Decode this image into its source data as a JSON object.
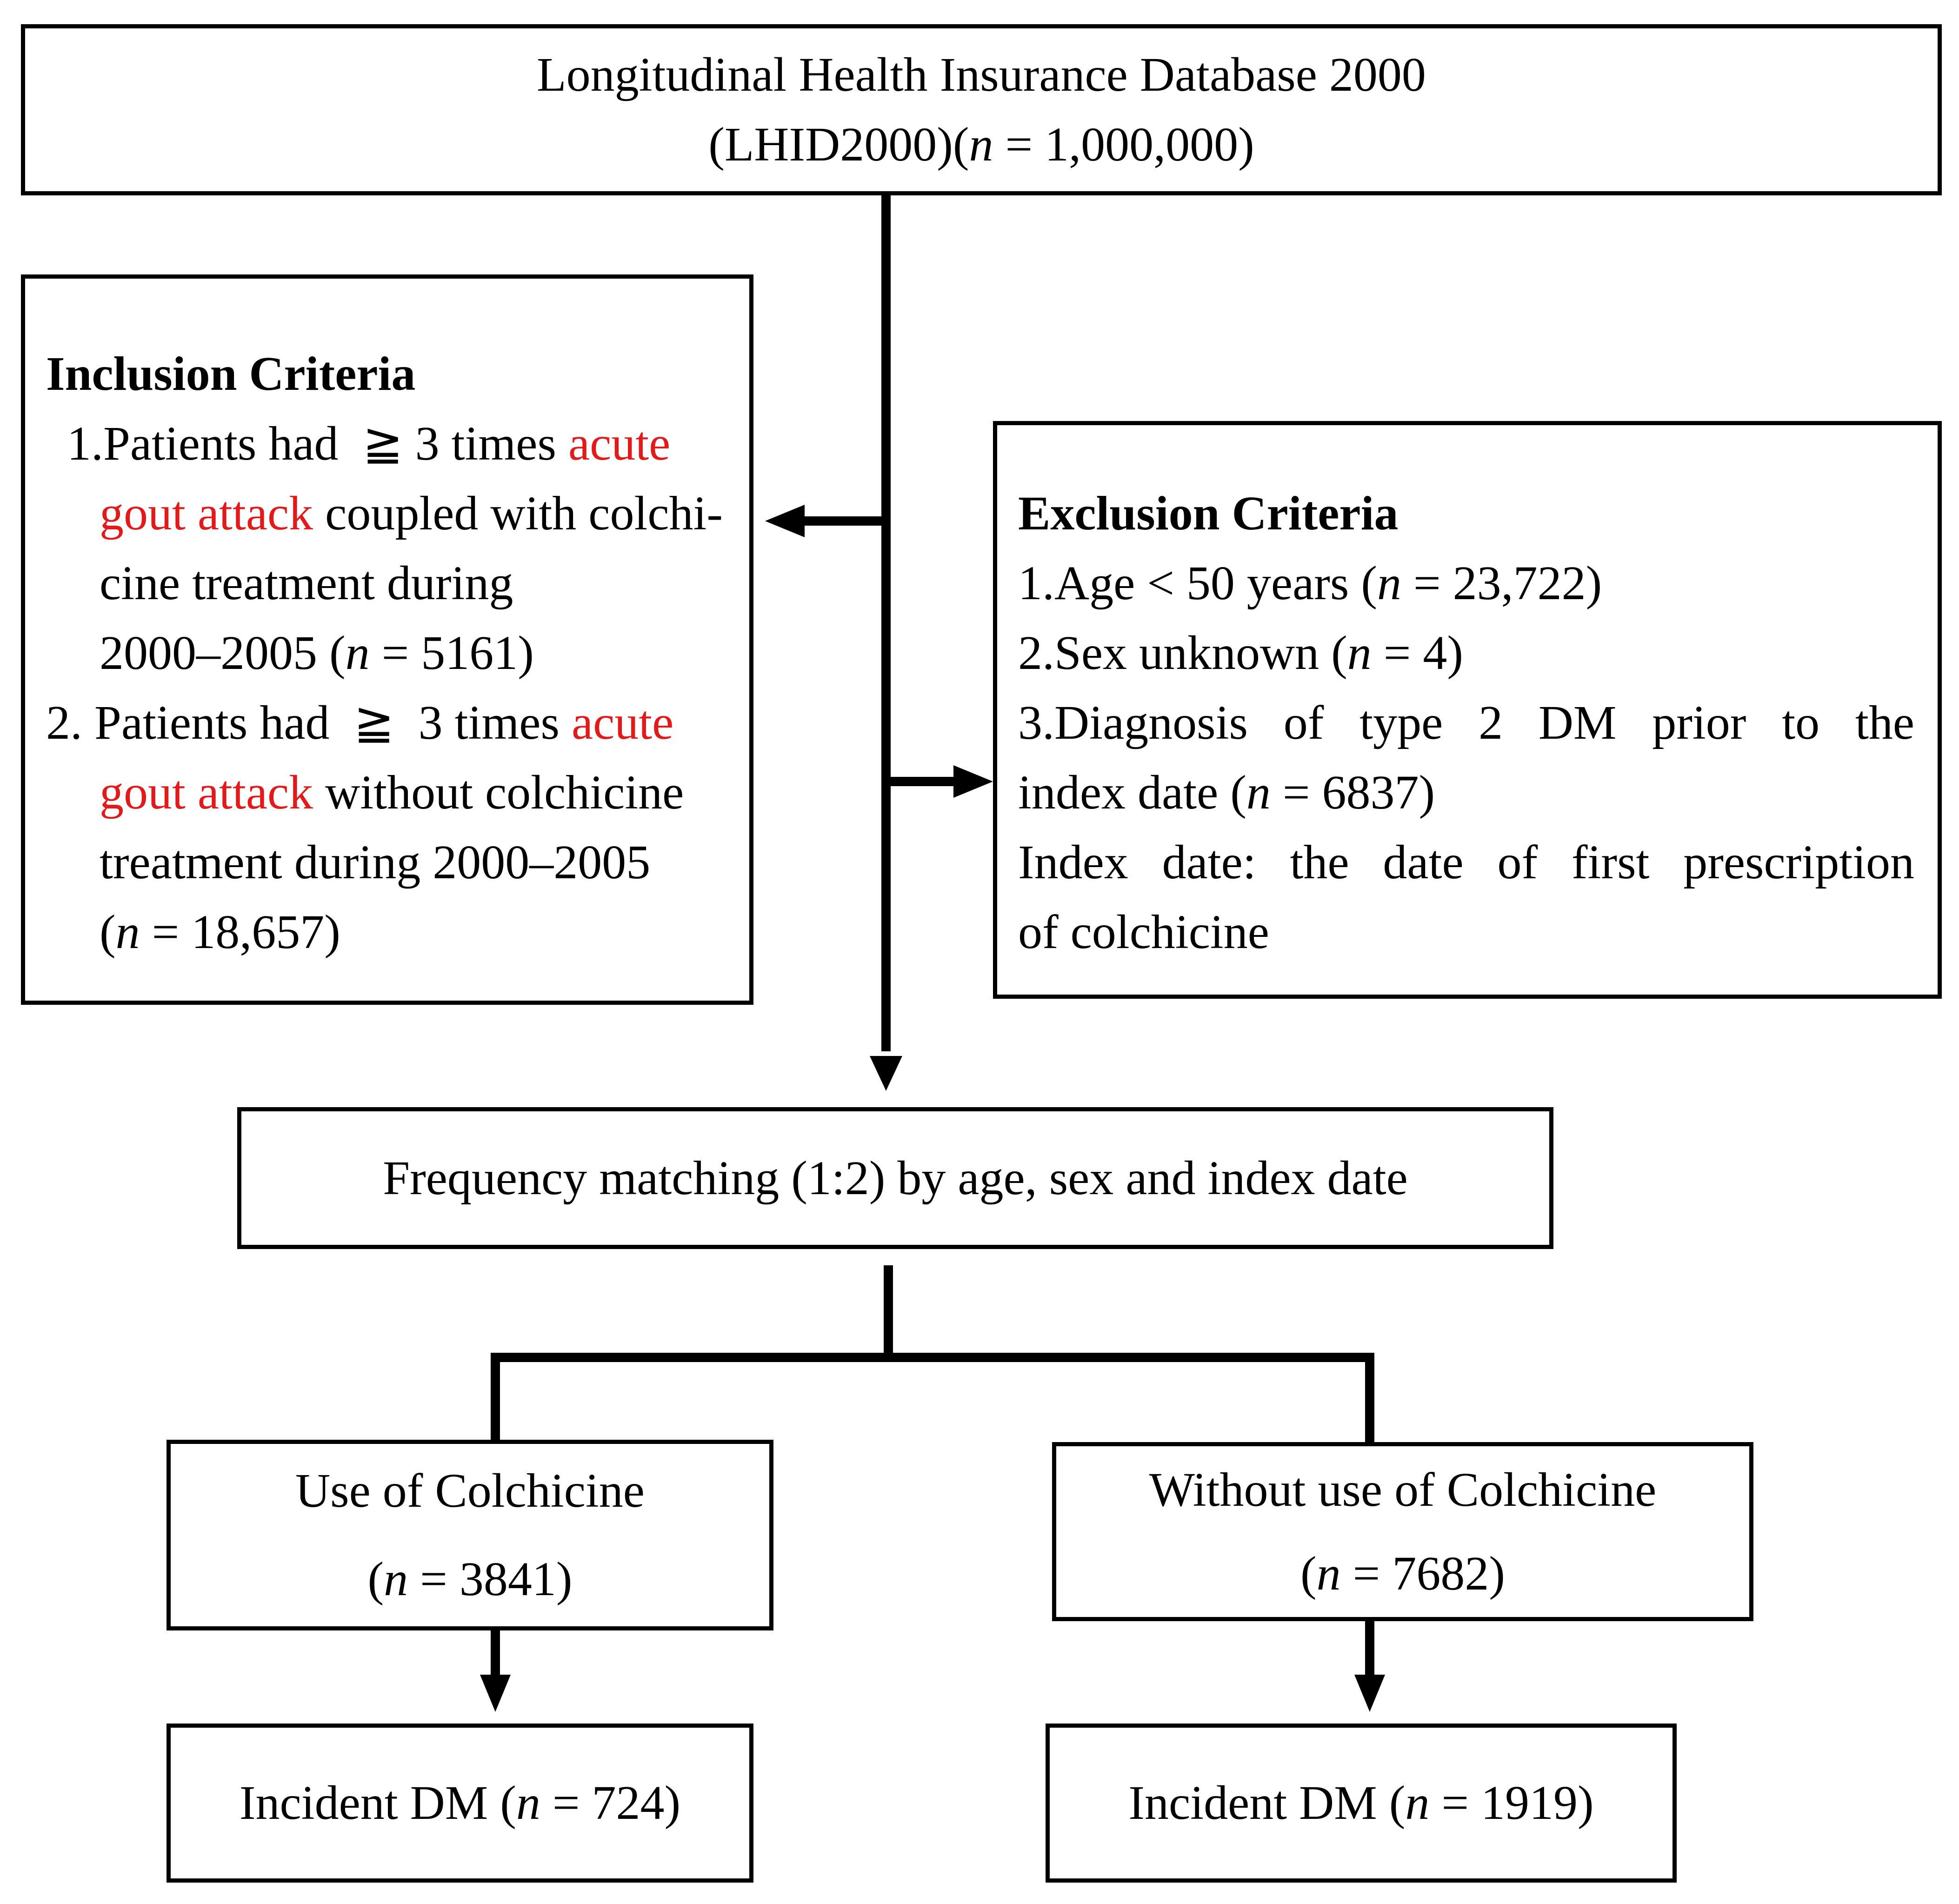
{
  "top_box": {
    "line1": "Longitudinal Health Insurance Database 2000",
    "line2_prefix": "(LHID2000)(",
    "n_var": "n",
    "line2_value": " = 1,000,000)"
  },
  "inclusion": {
    "heading": "Inclusion Criteria",
    "item1": {
      "a": "1.Patients had  ≧ 3 times ",
      "red1": "acute",
      "red2": "gout attack",
      "b": " coupled with colchi-",
      "c": "cine treatment during",
      "d_prefix": "2000–2005 (",
      "n_var": "n",
      "d_value": " = 5161)"
    },
    "item2": {
      "a": "2. Patients had  ≧  3 times ",
      "red1": "acute",
      "red2": "gout attack",
      "b": " without colchicine",
      "c": "treatment during 2000–2005",
      "d_prefix": "(",
      "n_var": "n",
      "d_value": " = 18,657)"
    }
  },
  "exclusion": {
    "heading": "Exclusion Criteria",
    "item1_prefix": "1.Age < 50 years (",
    "item1_value": " = 23,722)",
    "item2_prefix": "2.Sex unknown (",
    "item2_value": " = 4)",
    "item3_line1": "3.Diagnosis of type 2 DM prior to the",
    "item3_prefix": "index date (",
    "item3_value": " = 6837)",
    "note_line1": "Index date: the date of first prescription",
    "note_line2": "of colchicine",
    "n_var": "n"
  },
  "matching_box": {
    "label": "Frequency matching (1:2) by age, sex and index date"
  },
  "use_box": {
    "line1": "Use of Colchicine",
    "line2_prefix": "(",
    "n_var": "n",
    "line2_value": " = 3841)"
  },
  "without_box": {
    "line1": "Without use of Colchicine",
    "line2_prefix": "(",
    "n_var": "n",
    "line2_value": " = 7682)"
  },
  "incident_left": {
    "prefix": "Incident DM (",
    "n_var": "n",
    "value": " = 724)"
  },
  "incident_right": {
    "prefix": "Incident DM (",
    "n_var": "n",
    "value": " = 1919)"
  },
  "colors": {
    "highlight": "#e21a1a",
    "line": "#000000"
  }
}
